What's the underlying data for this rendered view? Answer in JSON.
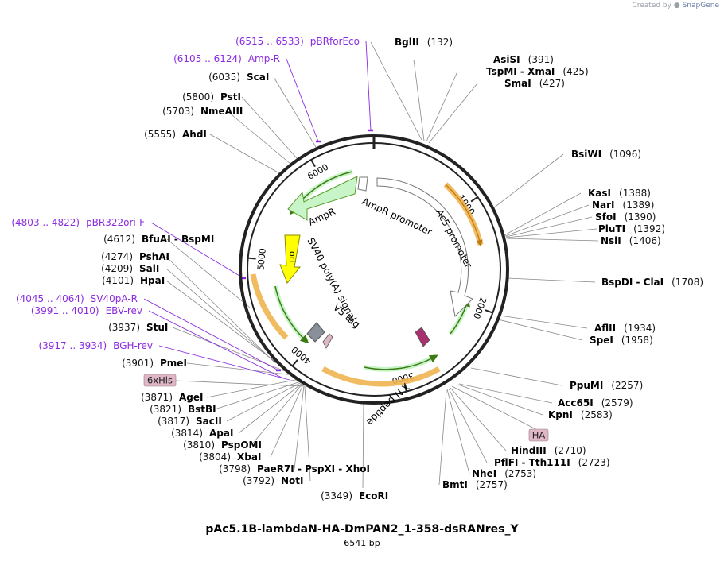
{
  "credit": {
    "prefix": "Created by",
    "brand": "SnapGene"
  },
  "plasmid": {
    "name": "pAc5.1B-lambdaN-HA-DmPAN2_1-358-dsRANres_Y",
    "length_text": "6541 bp",
    "length": 6541
  },
  "colors": {
    "primer": "#8a2be2",
    "backbone": "#222222",
    "orf_fill": "#c8f5c8",
    "orf_stroke": "#5a9e2e",
    "ori_fill": "#ffff00",
    "promoter_fill": "#ffffff",
    "feature_highlight": "#f0b450",
    "tag_fill": "#e0b7c6"
  },
  "ticks": [
    {
      "label": "1000",
      "bp": 1000
    },
    {
      "label": "2000",
      "bp": 2000
    },
    {
      "label": "3000",
      "bp": 3000
    },
    {
      "label": "4000",
      "bp": 4000
    },
    {
      "label": "5000",
      "bp": 5000
    },
    {
      "label": "6000",
      "bp": 6000
    }
  ],
  "features": [
    {
      "name": "AmpR",
      "label": "AmpR"
    },
    {
      "name": "AmpR promoter",
      "label": "AmpR promoter"
    },
    {
      "name": "ori",
      "label": "ori"
    },
    {
      "name": "SV40 poly(A) signal",
      "label": "SV40 poly(A) signal"
    },
    {
      "name": "V5 tag",
      "label": "V5 tag"
    },
    {
      "name": "Ac5 promoter",
      "label": "Ac5 promoter"
    },
    {
      "name": "λN peptide",
      "label": "λ N peptide"
    }
  ],
  "sites": [
    {
      "name": "BglII",
      "pos": "(132)"
    },
    {
      "name": "AsiSI",
      "pos": "(391)"
    },
    {
      "name": "TspMI",
      "name2": "XmaI",
      "pos": "(425)"
    },
    {
      "name": "SmaI",
      "pos": "(427)"
    },
    {
      "name": "BsiWI",
      "pos": "(1096)"
    },
    {
      "name": "KasI",
      "pos": "(1388)"
    },
    {
      "name": "NarI",
      "pos": "(1389)"
    },
    {
      "name": "SfoI",
      "pos": "(1390)"
    },
    {
      "name": "PluTI",
      "pos": "(1392)"
    },
    {
      "name": "NsiI",
      "pos": "(1406)"
    },
    {
      "name": "BspDI",
      "name2": "ClaI",
      "pos": "(1708)"
    },
    {
      "name": "AflII",
      "pos": "(1934)"
    },
    {
      "name": "SpeI",
      "pos": "(1958)"
    },
    {
      "name": "PpuMI",
      "pos": "(2257)"
    },
    {
      "name": "Acc65I",
      "pos": "(2579)"
    },
    {
      "name": "KpnI",
      "pos": "(2583)"
    },
    {
      "name": "HindIII",
      "pos": "(2710)"
    },
    {
      "name": "PflFI",
      "name2": "Tth111I",
      "pos": "(2723)"
    },
    {
      "name": "NheI",
      "pos": "(2753)"
    },
    {
      "name": "BmtI",
      "pos": "(2757)"
    },
    {
      "name": "EcoRI",
      "pos": "(3349)"
    },
    {
      "name": "NotI",
      "pos": "(3792)"
    },
    {
      "name": "PaeR7I",
      "name2": "PspXI",
      "name3": "XhoI",
      "pos": "(3798)"
    },
    {
      "name": "XbaI",
      "pos": "(3804)"
    },
    {
      "name": "PspOMI",
      "pos": "(3810)"
    },
    {
      "name": "ApaI",
      "pos": "(3814)"
    },
    {
      "name": "SacII",
      "pos": "(3817)"
    },
    {
      "name": "BstBI",
      "pos": "(3821)"
    },
    {
      "name": "AgeI",
      "pos": "(3871)"
    },
    {
      "name": "PmeI",
      "pos": "(3901)"
    },
    {
      "name": "StuI",
      "pos": "(3937)"
    },
    {
      "name": "HpaI",
      "pos": "(4101)"
    },
    {
      "name": "SalI",
      "pos": "(4209)"
    },
    {
      "name": "PshAI",
      "pos": "(4274)"
    },
    {
      "name": "BfuAI",
      "name2": "BspMI",
      "pos": "(4612)"
    },
    {
      "name": "AhdI",
      "pos": "(5555)"
    },
    {
      "name": "NmeAIII",
      "pos": "(5703)"
    },
    {
      "name": "PstI",
      "pos": "(5800)"
    },
    {
      "name": "ScaI",
      "pos": "(6035)"
    }
  ],
  "primers": [
    {
      "name": "pBRforEco",
      "range": "(6515 .. 6533)"
    },
    {
      "name": "Amp-R",
      "range": "(6105 .. 6124)"
    },
    {
      "name": "pBR322ori-F",
      "range": "(4803 .. 4822)"
    },
    {
      "name": "SV40pA-R",
      "range": "(4045 .. 4064)"
    },
    {
      "name": "EBV-rev",
      "range": "(3991 .. 4010)"
    },
    {
      "name": "BGH-rev",
      "range": "(3917 .. 3934)"
    }
  ],
  "tags": [
    {
      "label": "6xHis"
    },
    {
      "label": "HA"
    }
  ]
}
